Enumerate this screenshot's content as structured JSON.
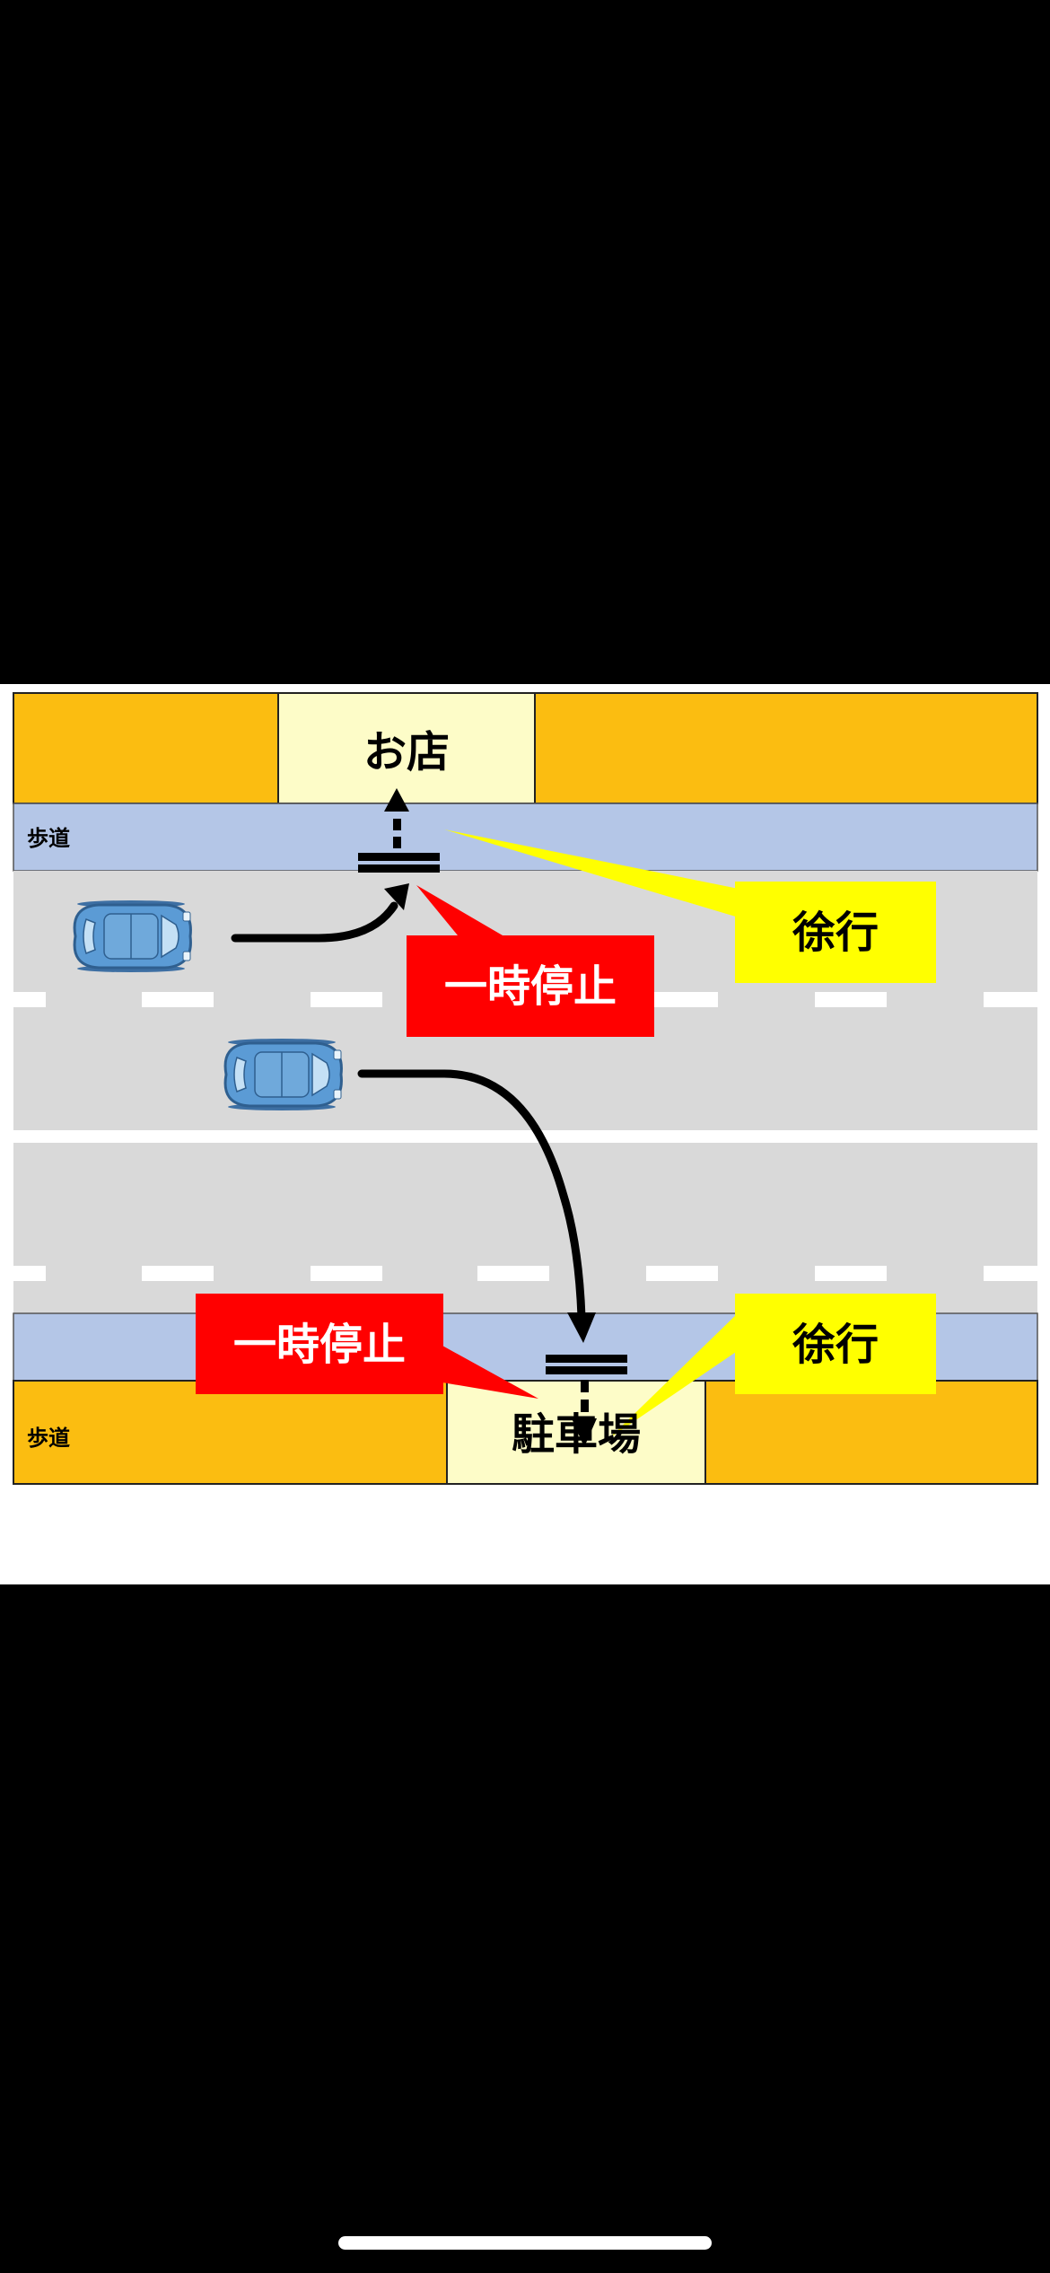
{
  "labels": {
    "shop": "お店",
    "parking": "駐車場",
    "sidewalk_top": "歩道",
    "sidewalk_bottom": "歩道",
    "stop_top": "一時停止",
    "stop_bottom": "一時停止",
    "slow_top": "徐行",
    "slow_bottom": "徐行"
  },
  "icons": {
    "car_top": "car-icon",
    "car_middle": "car-icon"
  },
  "colors": {
    "building": "#fbbd11",
    "building_entrance": "#fdfcc8",
    "sidewalk": "#b4c6e7",
    "road": "#d9d9d9",
    "stop_callout": "#ff0000",
    "slow_callout": "#ffff00",
    "car_body": "#5b9bd5",
    "path": "#000000"
  }
}
